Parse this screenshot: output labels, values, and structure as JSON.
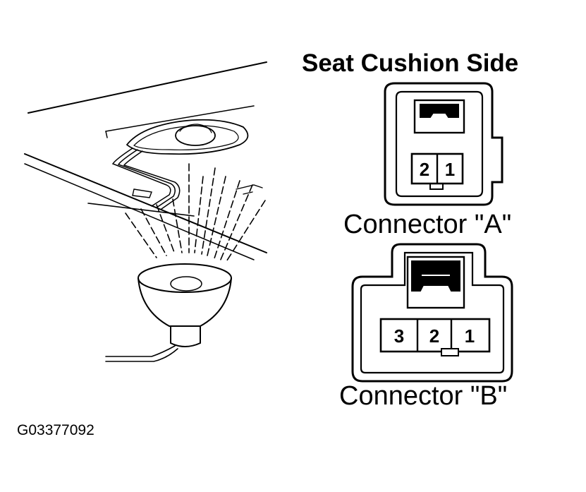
{
  "diagram": {
    "title": "Seat Cushion Side",
    "figure_id": "G03377092",
    "connector_a": {
      "label": "Connector \"A\"",
      "pins": [
        "2",
        "1"
      ]
    },
    "connector_b": {
      "label": "Connector \"B\"",
      "pins": [
        "3",
        "2",
        "1"
      ]
    }
  }
}
